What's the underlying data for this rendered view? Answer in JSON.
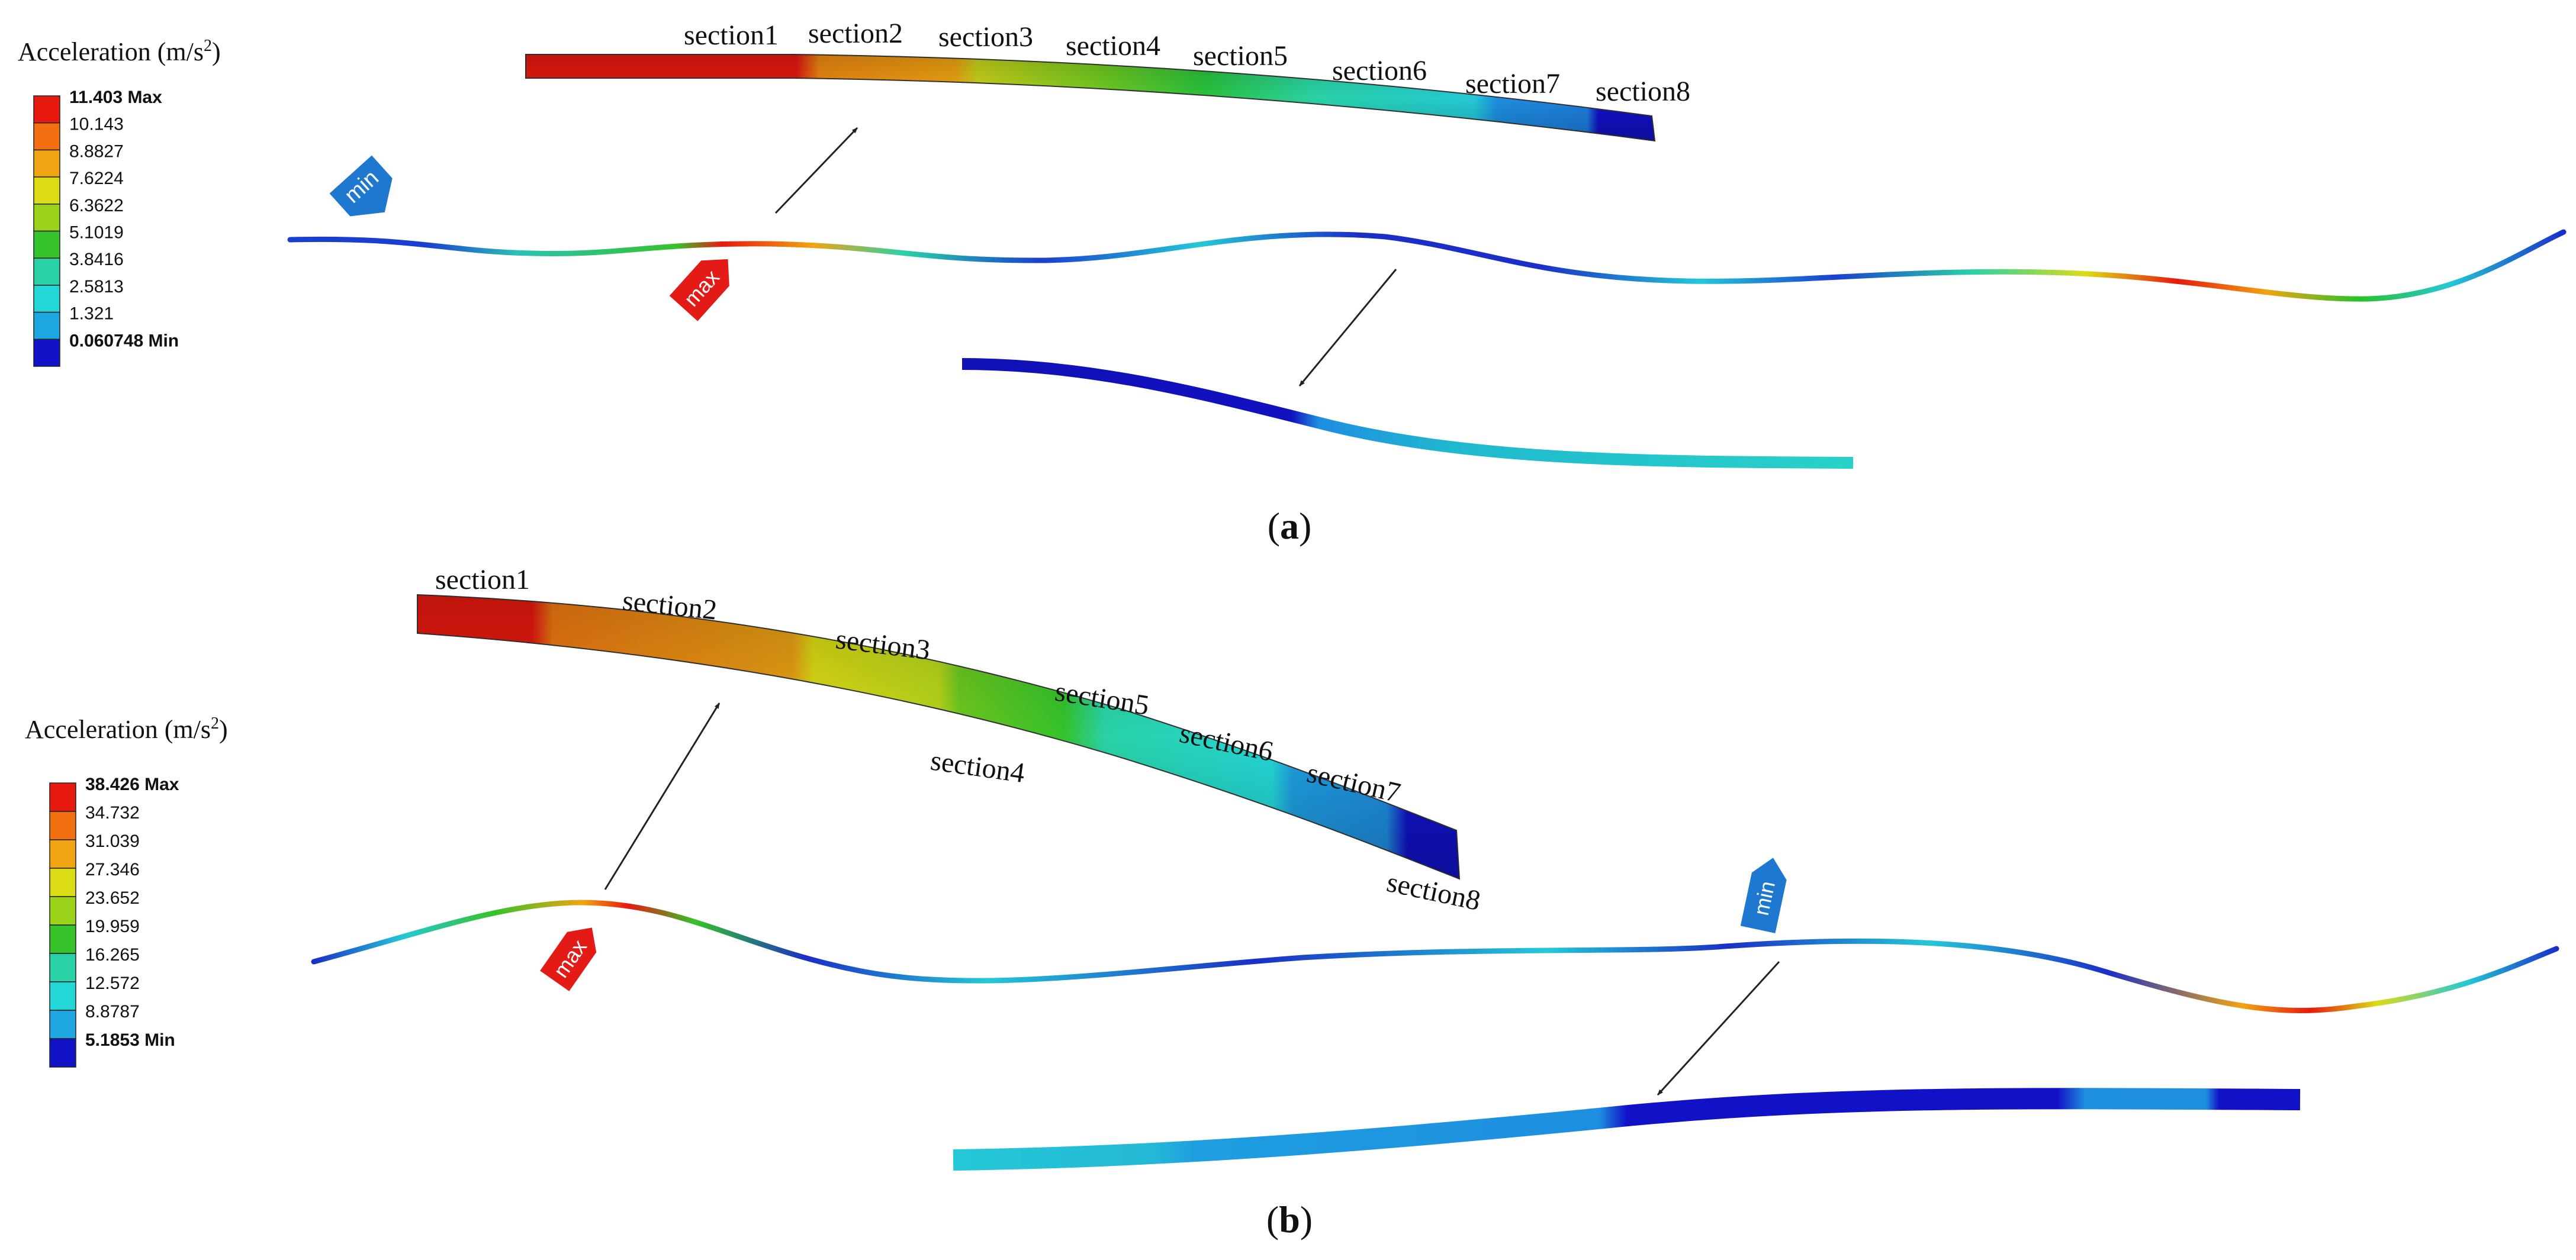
{
  "panels": [
    {
      "label": "a",
      "legend": {
        "title": "Acceleration (m/s",
        "title_sup": "2",
        "title_tail": ")",
        "max_label": "11.403 Max",
        "ticks": [
          "10.143",
          "8.8827",
          "7.6224",
          "6.3622",
          "5.1019",
          "3.8416",
          "2.5813",
          "1.321"
        ],
        "min_label": "0.060748 Min",
        "colors": [
          "#e8190f",
          "#f27012",
          "#f0a411",
          "#dcdc15",
          "#9bd21a",
          "#35c22b",
          "#29d2a6",
          "#24d7d7",
          "#1ea6e0",
          "#1111c8"
        ]
      },
      "sections": [
        "section1",
        "section2",
        "section3",
        "section4",
        "section5",
        "section6",
        "section7",
        "section8"
      ],
      "max_tag": "max",
      "min_tag": "min"
    },
    {
      "label": "b",
      "legend": {
        "title": "Acceleration (m/s",
        "title_sup": "2",
        "title_tail": ")",
        "max_label": "38.426 Max",
        "ticks": [
          "34.732",
          "31.039",
          "27.346",
          "23.652",
          "19.959",
          "16.265",
          "12.572",
          "8.8787"
        ],
        "min_label": "5.1853 Min",
        "colors": [
          "#e8190f",
          "#f27012",
          "#f0a411",
          "#dcdc15",
          "#9bd21a",
          "#35c22b",
          "#29d2a6",
          "#24d7d7",
          "#1ea6e0",
          "#1111c8"
        ]
      },
      "sections": [
        "section1",
        "section2",
        "section3",
        "section4",
        "section5",
        "section6",
        "section7",
        "section8"
      ],
      "max_tag": "max",
      "min_tag": "min"
    }
  ]
}
